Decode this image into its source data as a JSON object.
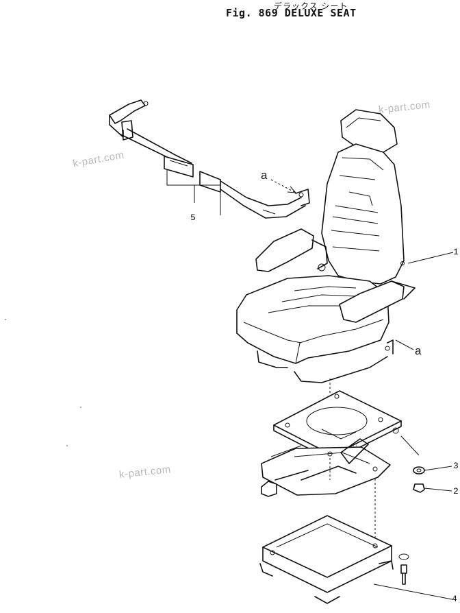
{
  "header": {
    "title_jp": "デラックス シート",
    "title_en": "Fig. 869  DELUXE  SEAT"
  },
  "watermarks": [
    "k-part.com",
    "k-part.com",
    "k-part.com",
    "k-part.com"
  ],
  "callouts": {
    "c1": "1",
    "c2": "2",
    "c3": "3",
    "c4": "4",
    "c5": "5",
    "ref_a_belt": "a",
    "ref_a_seat": "a"
  }
}
